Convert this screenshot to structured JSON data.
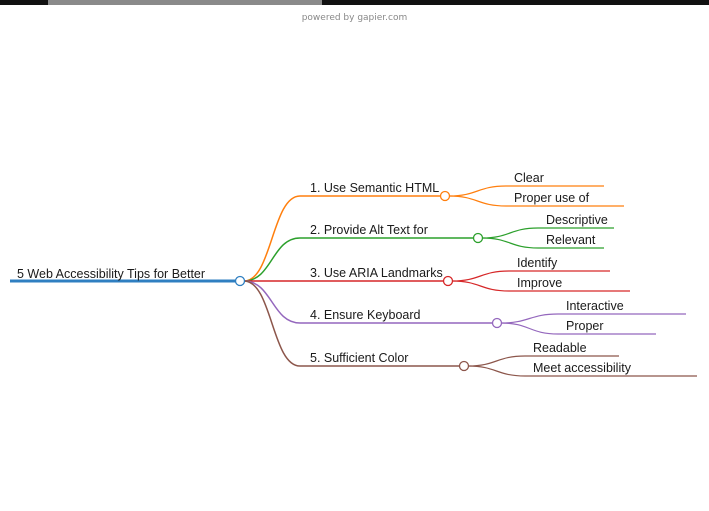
{
  "header": {
    "powered_by": "powered by gapier.com"
  },
  "mindmap": {
    "root": {
      "label": "5 Web Accessibility Tips for Better",
      "color": "#2f7fc1"
    },
    "branches": [
      {
        "label": "1. Use Semantic HTML",
        "color": "#ff7f0e",
        "children": [
          {
            "label": "Clear"
          },
          {
            "label": "Proper use of"
          }
        ]
      },
      {
        "label": "2. Provide Alt Text for",
        "color": "#2ca02c",
        "children": [
          {
            "label": "Descriptive"
          },
          {
            "label": "Relevant"
          }
        ]
      },
      {
        "label": "3. Use ARIA Landmarks",
        "color": "#d62728",
        "children": [
          {
            "label": "Identify"
          },
          {
            "label": "Improve"
          }
        ]
      },
      {
        "label": "4. Ensure Keyboard",
        "color": "#9467bd",
        "children": [
          {
            "label": "Interactive"
          },
          {
            "label": "Proper"
          }
        ]
      },
      {
        "label": "5. Sufficient Color",
        "color": "#8c564b",
        "children": [
          {
            "label": "Readable"
          },
          {
            "label": "Meet accessibility"
          }
        ]
      }
    ]
  }
}
